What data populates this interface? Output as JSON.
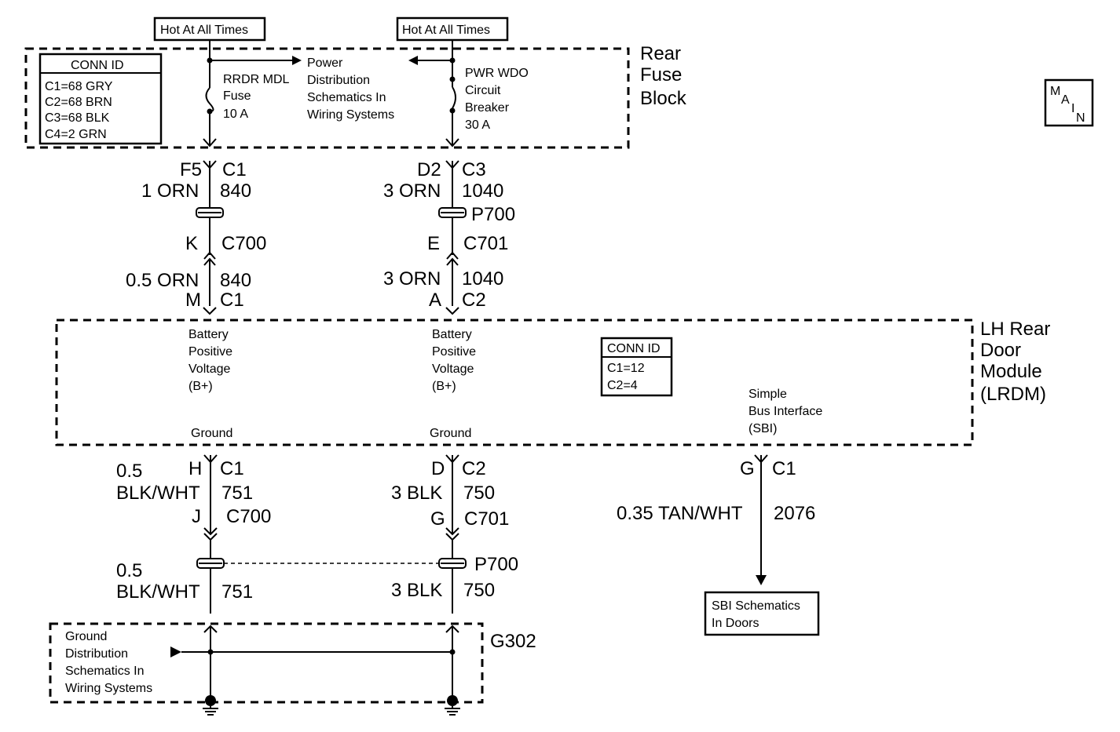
{
  "hot_labels": [
    "Hot At All Times",
    "Hot At All Times"
  ],
  "rear_fuse_block": {
    "title": [
      "Rear",
      "Fuse",
      "Block"
    ],
    "conn_id": {
      "title": "CONN ID",
      "lines": [
        "C1=68 GRY",
        "C2=68 BRN",
        "C3=68 BLK",
        "C4=2 GRN"
      ]
    },
    "fuse_label": [
      "RRDR MDL",
      "Fuse",
      "10 A"
    ],
    "power_dist": [
      "Power",
      "Distribution",
      "Schematics In",
      "Wiring Systems"
    ],
    "breaker_label": [
      "PWR WDO",
      "Circuit",
      "Breaker",
      "30 A"
    ]
  },
  "main_badge": {
    "m": "M",
    "a": "A",
    "i": "I",
    "n": "N"
  },
  "left_top": {
    "pin": "F5",
    "conn": "C1",
    "wire": "1 ORN",
    "circuit": "840",
    "inline_pin": "K",
    "inline_conn": "C700",
    "wire2": "0.5 ORN",
    "circuit2": "840",
    "pin2": "M",
    "conn2": "C1"
  },
  "right_top": {
    "pin": "D2",
    "conn": "C3",
    "wire": "3 ORN",
    "circuit": "1040",
    "splice": "P700",
    "inline_pin": "E",
    "inline_conn": "C701",
    "wire2": "3 ORN",
    "circuit2": "1040",
    "pin2": "A",
    "conn2": "C2"
  },
  "lrdm": {
    "title": [
      "LH Rear",
      "Door",
      "Module",
      "(LRDM)"
    ],
    "bpv": [
      "Battery",
      "Positive",
      "Voltage",
      "(B+)"
    ],
    "ground": "Ground",
    "conn_id": {
      "title": "CONN ID",
      "lines": [
        "C1=12",
        "C2=4"
      ]
    },
    "sbi": [
      "Simple",
      "Bus Interface",
      "(SBI)"
    ]
  },
  "left_bottom": {
    "wire_size": "0.5",
    "pin": "H",
    "conn": "C1",
    "wire_color": "BLK/WHT",
    "circuit": "751",
    "inline_pin": "J",
    "inline_conn": "C700",
    "wire_size2": "0.5",
    "wire_color2": "BLK/WHT",
    "circuit2": "751"
  },
  "mid_bottom": {
    "pin": "D",
    "conn": "C2",
    "wire": "3 BLK",
    "circuit": "750",
    "inline_pin": "G",
    "inline_conn": "C701",
    "splice": "P700",
    "wire2": "3 BLK",
    "circuit2": "750"
  },
  "sbi_wire": {
    "pin": "G",
    "conn": "C1",
    "wire": "0.35 TAN/WHT",
    "circuit": "2076",
    "target": [
      "SBI Schematics",
      "In Doors"
    ]
  },
  "ground_block": {
    "text": [
      "Ground",
      "Distribution",
      "Schematics In",
      "Wiring Systems"
    ],
    "label": "G302"
  }
}
